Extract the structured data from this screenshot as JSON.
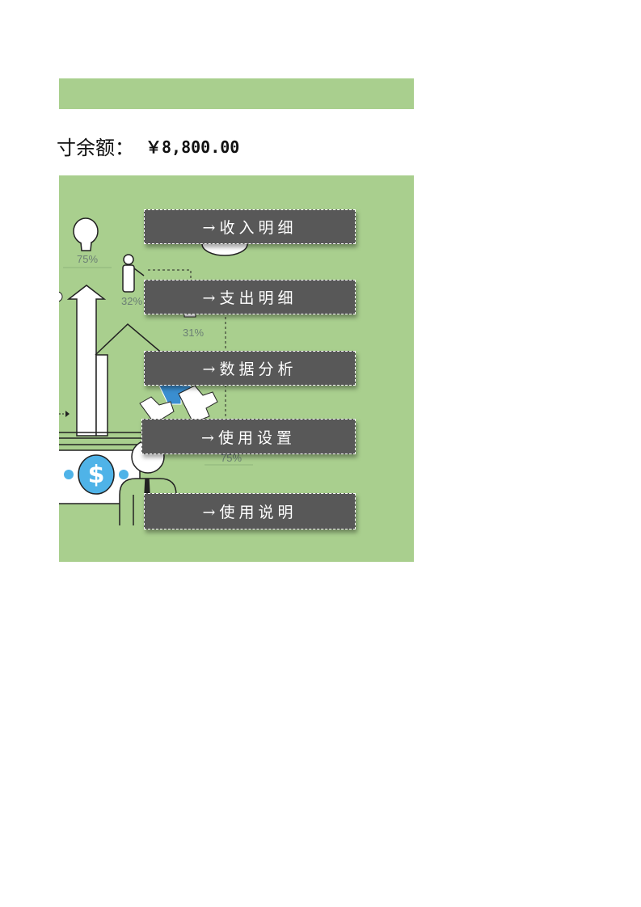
{
  "balance": {
    "label": "寸余额：",
    "value": "￥8,800.00"
  },
  "illustration": {
    "percent_labels": [
      "75%",
      "32%",
      "31%",
      "75%"
    ],
    "accent_color": "#4fb3e8"
  },
  "nav": [
    {
      "label": "→收入明细"
    },
    {
      "label": "→支出明细"
    },
    {
      "label": "→数据分析"
    },
    {
      "label": "→使用设置"
    },
    {
      "label": "→使用说明"
    }
  ],
  "colors": {
    "panel": "#a9cf8e",
    "button": "#585858"
  }
}
